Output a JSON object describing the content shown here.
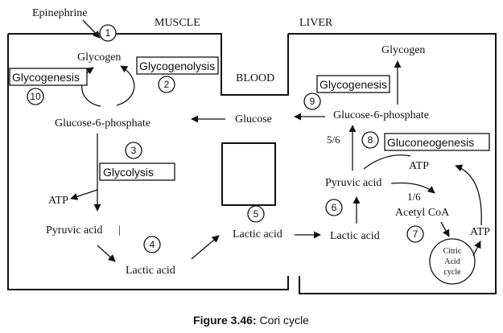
{
  "regions": {
    "muscle": "MUSCLE",
    "liver": "LIVER",
    "blood": "BLOOD"
  },
  "labels": {
    "epinephrine": "Epinephrine",
    "muscle_glycogen": "Glycogen",
    "glycogenesis_muscle": "Glycogenesis",
    "glycogenolysis": "Glycogenolysis",
    "muscle_g6p": "Glucose-6-phosphate",
    "glycolysis": "Glycolysis",
    "muscle_atp": "ATP",
    "muscle_pyruvic": "Pyruvic acid",
    "pyruvic_bar": "|",
    "muscle_lactic": "Lactic acid",
    "blood_glucose": "Glucose",
    "blood_lactic": "Lactic acid",
    "liver_glycogen": "Glycogen",
    "glycogenesis_liver": "Glycogenesis",
    "liver_g6p": "Glucose-6-phosphate",
    "gluconeogenesis": "Gluconeogenesis",
    "ratio_5_6": "5/6",
    "liver_atp_top": "ATP",
    "liver_pyruvic": "Pyruvic acid",
    "ratio_1_6": "1/6",
    "acetyl_coa": "Acetyl CoA",
    "liver_lactic": "Lactic acid",
    "liver_atp_right": "ATP",
    "citric_1": "Citric",
    "citric_2": "Acid",
    "citric_3": "cycle"
  },
  "steps": [
    "1",
    "2",
    "3",
    "4",
    "5",
    "6",
    "7",
    "8",
    "9",
    "10"
  ],
  "caption": {
    "figure": "Figure 3.46:",
    "title": " Cori cycle"
  }
}
